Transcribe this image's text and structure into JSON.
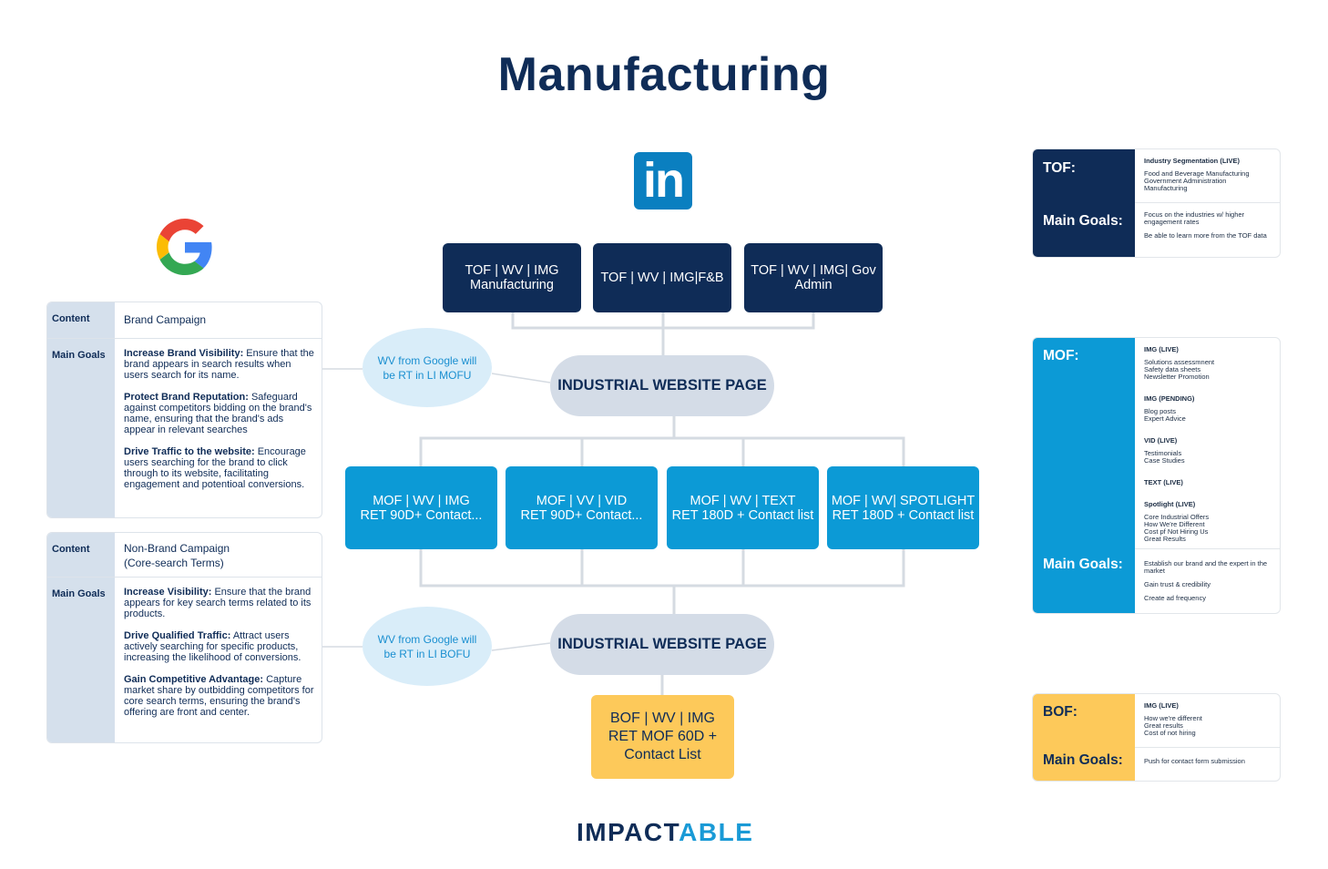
{
  "title": "Manufacturing",
  "colors": {
    "navy": "#0f2c57",
    "blue": "#0c9ad6",
    "yellow": "#fdc95a",
    "gray_pill": "#d4dce7",
    "ellipse": "#d9edf9"
  },
  "icons": {
    "linkedin": "linkedin-logo-icon",
    "google": "google-g-logo-icon"
  },
  "linkedin_logo_text": "in",
  "tof_boxes": [
    "TOF | WV | IMG\nManufacturing",
    "TOF | WV | IMG|F&B",
    "TOF | WV | IMG| Gov\nAdmin"
  ],
  "website_pages": [
    "INDUSTRIAL WEBSITE PAGE",
    "INDUSTRIAL WEBSITE PAGE"
  ],
  "retarget_notes": [
    "WV from Google will\nbe RT in LI MOFU",
    "WV from Google will\nbe RT in LI BOFU"
  ],
  "mof_boxes": [
    "MOF | WV | IMG\nRET 90D+ Contact...",
    "MOF | VV | VID\nRET 90D+ Contact...",
    "MOF | WV | TEXT\nRET 180D + Contact list",
    "MOF | WV| SPOTLIGHT\nRET 180D + Contact list"
  ],
  "bof_box": "BOF | WV | IMG\nRET MOF 60D +\nContact List",
  "google_tables": [
    {
      "content_label": "Content",
      "content": "Brand Campaign",
      "goals_label": "Main Goals",
      "goals": [
        {
          "title": "Increase Brand Visibility:",
          "text": " Ensure that the brand appears in search results when users search for its name."
        },
        {
          "title": "Protect Brand Reputation:",
          "text": " Safeguard against competitors bidding on the brand's name, ensuring that the brand's ads appear in relevant searches"
        },
        {
          "title": "Drive Traffic to the website:",
          "text": " Encourage users searching for the brand to click through to its website, facilitating engagement and potentioal conversions."
        }
      ]
    },
    {
      "content_label": "Content",
      "content": "Non-Brand Campaign\n(Core-search Terms)",
      "goals_label": "Main Goals",
      "goals": [
        {
          "title": "Increase Visibility:",
          "text": " Ensure that the brand appears for key search terms related to its products."
        },
        {
          "title": "Drive Qualified Traffic:",
          "text": " Attract users actively searching for specific products, increasing the likelihood of conversions."
        },
        {
          "title": "Gain Competitive Advantage:",
          "text": " Capture market share by outbidding competitors for core search terms, ensuring the brand's offering are front and center."
        }
      ]
    }
  ],
  "funnel_panels": [
    {
      "stage": "TOF:",
      "goals_label": "Main Goals:",
      "content": [
        {
          "heading": "Industry Segmentation (LIVE)",
          "items": "Food and Beverage Manufacturing\nGovernment Administration\nManufacturing"
        }
      ],
      "goals": [
        "Focus on the industries w/ higher engagement rates",
        "Be able to learn more from the TOF data"
      ]
    },
    {
      "stage": "MOF:",
      "goals_label": "Main Goals:",
      "content": [
        {
          "heading": "IMG (LIVE)",
          "items": "Solutions assessmnent\nSafety data sheets\nNewsletter Promotion"
        },
        {
          "heading": "IMG (PENDING)",
          "items": "Blog posts\nExpert Advice"
        },
        {
          "heading": "VID (LIVE)",
          "items": "Testimonials\nCase Studies"
        },
        {
          "heading": "TEXT (LIVE)",
          "items": ""
        },
        {
          "heading": "Spotlight (LIVE)",
          "items": "Core Industrial Offers\nHow We're Different\nCost pf Not Hiring Us\nGreat Results"
        }
      ],
      "goals": [
        "Establish our brand and the expert in the market",
        "Gain trust & credibility",
        "Create ad frequency"
      ]
    },
    {
      "stage": "BOF:",
      "goals_label": "Main Goals:",
      "content": [
        {
          "heading": "IMG (LIVE)",
          "items": "How we're different\nGreat results\nCost of not hiring"
        }
      ],
      "goals": [
        "Push for contact form submission"
      ]
    }
  ],
  "logo": {
    "part1": "IMPACT",
    "part2": "ABLE"
  }
}
